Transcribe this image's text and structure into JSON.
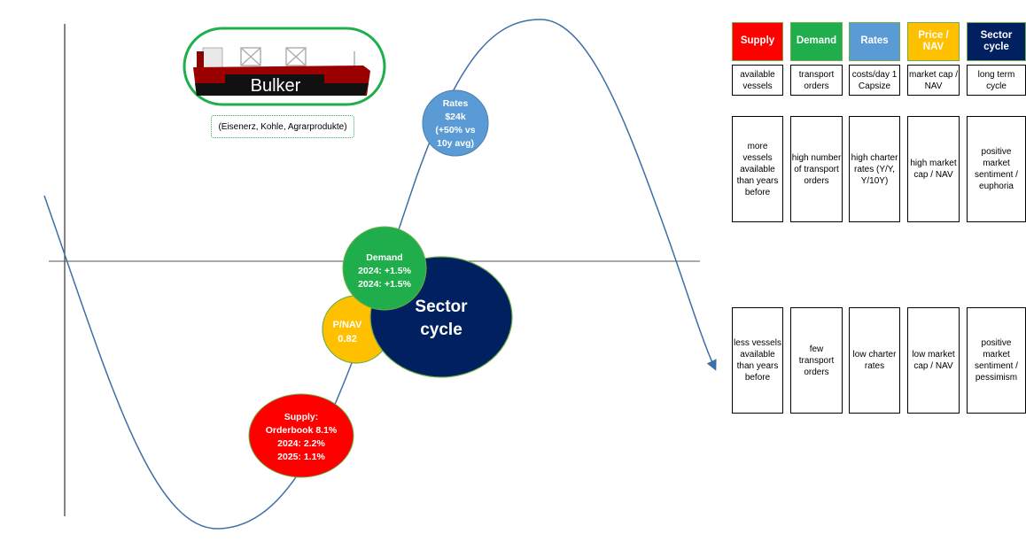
{
  "title_card": {
    "label": "Bulker",
    "subtitle": "(Eisenerz, Kohle, Agrarprodukte)",
    "icon": "ship-icon",
    "border_color": "#1fae4b"
  },
  "bubbles": {
    "rates": {
      "lines": [
        "Rates",
        "$24k",
        "(+50% vs",
        "10y avg)"
      ],
      "color": "#5b9bd5"
    },
    "demand": {
      "lines": [
        "Demand",
        "2024: +1.5%",
        "2024: +1.5%"
      ],
      "color": "#1fae4b"
    },
    "pnav": {
      "lines": [
        "P/NAV",
        "0.82"
      ],
      "color": "#ffc000"
    },
    "sector": {
      "lines": [
        "Sector",
        "cycle"
      ],
      "color": "#002060"
    },
    "supply": {
      "lines": [
        "Supply:",
        "Orderbook 8.1%",
        "2024: 2.2%",
        "2025: 1.1%"
      ],
      "color": "#ff0000"
    }
  },
  "legend": {
    "columns": [
      {
        "header": "Supply",
        "color": "#ff0000",
        "definition": "available vessels",
        "high": "more vessels available than years before",
        "low": "less vessels available than years before"
      },
      {
        "header": "Demand",
        "color": "#1fae4b",
        "definition": "transport orders",
        "high": "high number of transport orders",
        "low": "few transport orders"
      },
      {
        "header": "Rates",
        "color": "#5b9bd5",
        "definition": "costs/day 1 Capsize",
        "high": "high charter rates (Y/Y, Y/10Y)",
        "low": "low charter rates"
      },
      {
        "header": "Price / NAV",
        "color": "#ffc000",
        "definition": "market cap / NAV",
        "high": "high market cap / NAV",
        "low": "low market cap / NAV"
      },
      {
        "header": "Sector cycle",
        "color": "#002060",
        "definition": "long term cycle",
        "high": "positive market sentiment / euphoria",
        "low": "positive market sentiment / pessimism"
      }
    ]
  },
  "curve_color": "#3e6fa6"
}
